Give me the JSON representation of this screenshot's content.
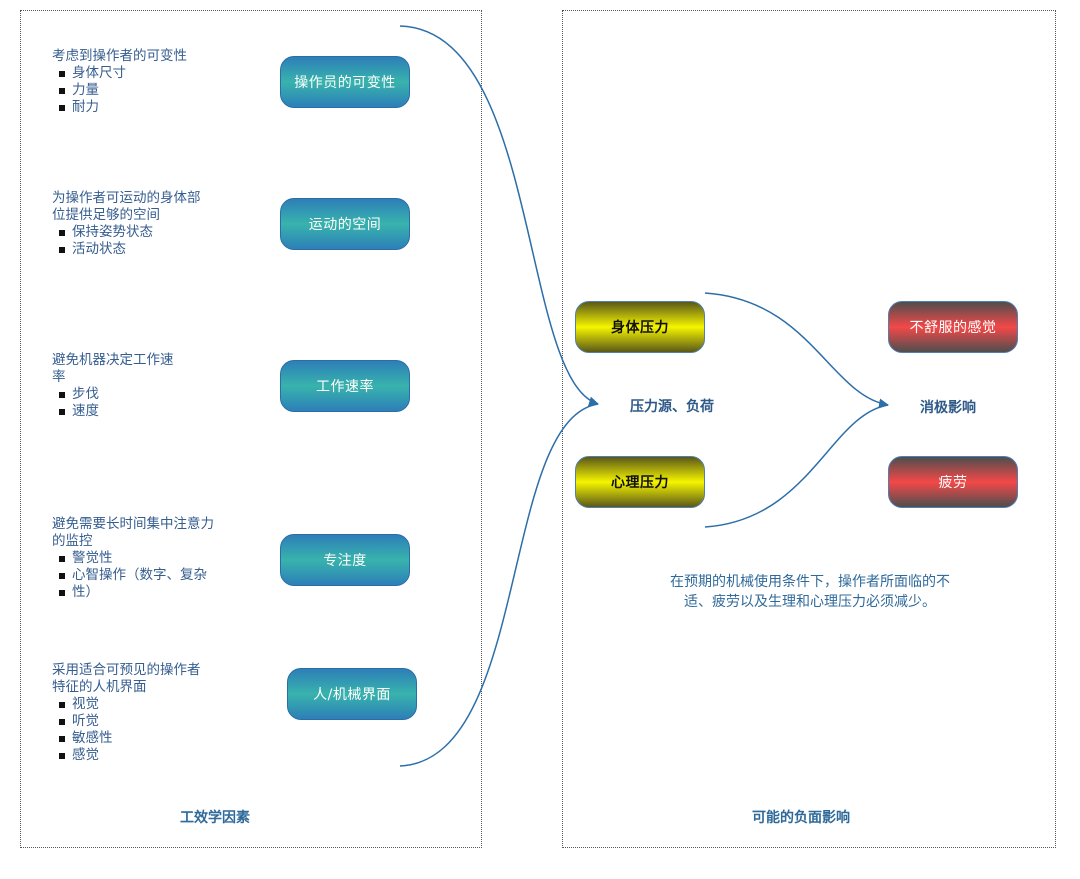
{
  "left_panel": {
    "title": "工效学因素",
    "factors": [
      {
        "heading": [
          "考虑到操作者的可变性"
        ],
        "bullets": [
          "身体尺寸",
          "力量",
          "耐力"
        ],
        "pill": "操作员的可变性"
      },
      {
        "heading": [
          "为操作者可运动的身体部",
          "位提供足够的空间"
        ],
        "bullets": [
          "保持姿势状态",
          "活动状态"
        ],
        "pill": "运动的空间"
      },
      {
        "heading": [
          "避免机器决定工作速",
          "率"
        ],
        "bullets": [
          "步伐",
          "速度"
        ],
        "pill": "工作速率"
      },
      {
        "heading": [
          "避免需要长时间集中注意力",
          "的监控"
        ],
        "bullets": [
          "警觉性",
          "心智操作（数字、复杂",
          "性）"
        ],
        "pill": "专注度"
      },
      {
        "heading": [
          "采用适合可预见的操作者",
          "特征的人机界面"
        ],
        "bullets": [
          "视觉",
          "听觉",
          "敏感性",
          "感觉"
        ],
        "pill": "人/机械界面"
      }
    ]
  },
  "right_panel": {
    "title": "可能的负面影响",
    "stress_pills": [
      "身体压力",
      "心理压力"
    ],
    "stress_label": "压力源、负荷",
    "effect_label": "消极影响",
    "effect_pills": [
      "不舒服的感觉",
      "疲劳"
    ],
    "note_lines": [
      "在预期的机械使用条件下，操作者所面临的不",
      "适、疲劳以及生理和心理压力必须减少。"
    ]
  },
  "colors": {
    "text": "#2f5a88",
    "pill_blue": "#38b3ac",
    "pill_yellow": "#f5f500",
    "pill_red": "#f44848",
    "connector": "#2c6ea8"
  }
}
